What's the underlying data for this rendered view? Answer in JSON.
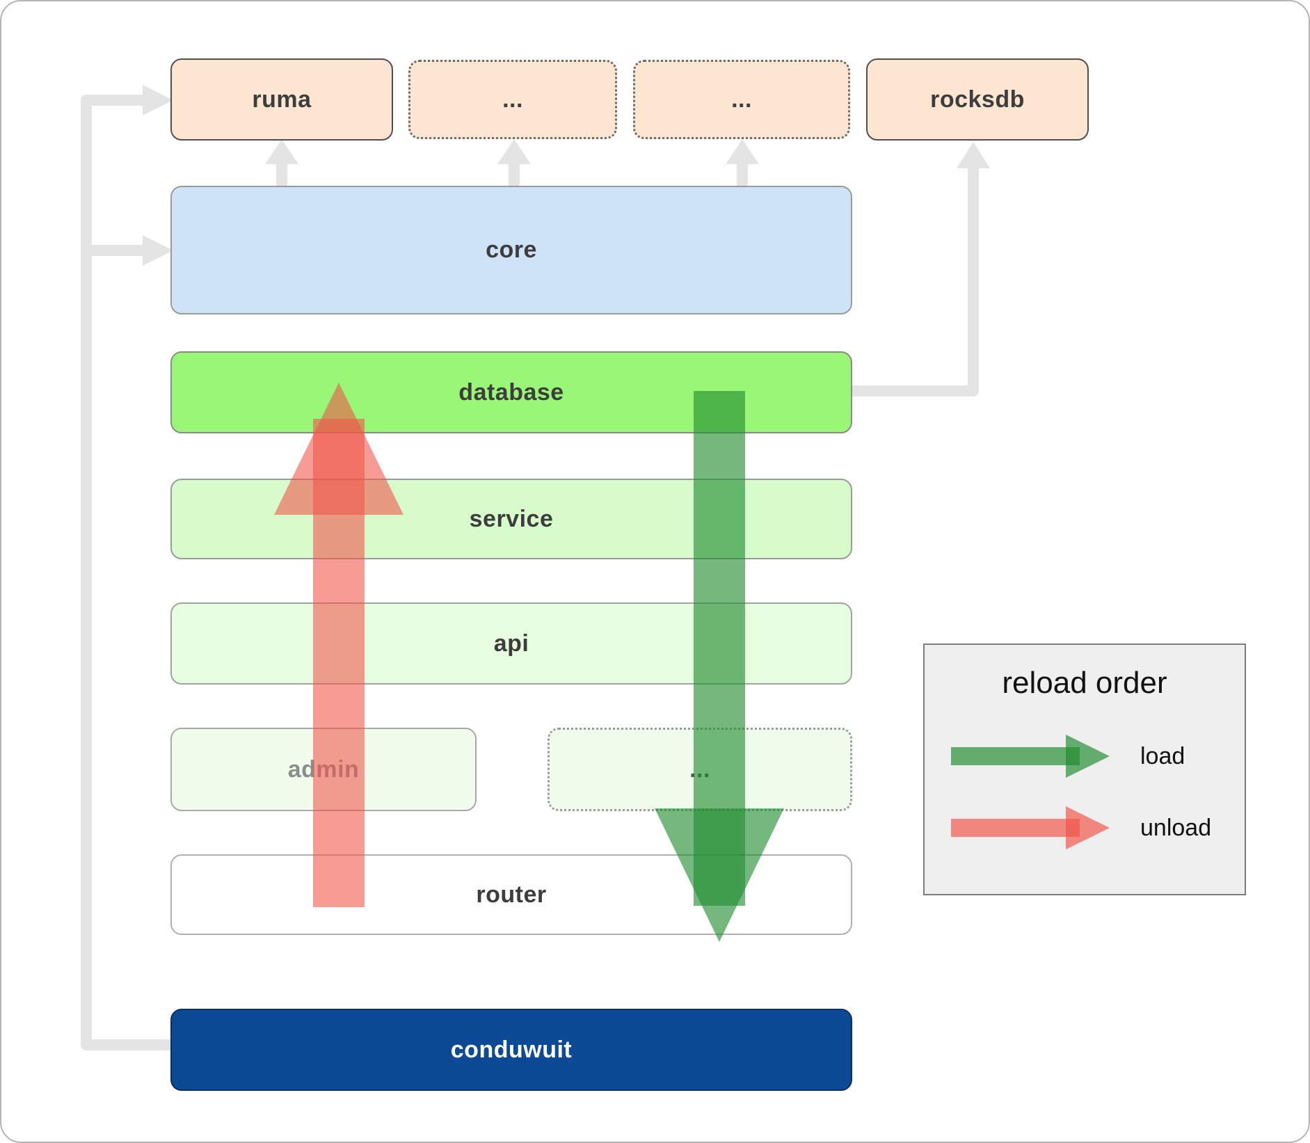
{
  "boxes": {
    "ruma": "ruma",
    "ellipsis_top_1": "...",
    "ellipsis_top_2": "...",
    "rocksdb": "rocksdb",
    "core": "core",
    "database": "database",
    "service": "service",
    "api": "api",
    "admin": "admin",
    "ellipsis_mid": "...",
    "router": "router",
    "conduwuit": "conduwuit"
  },
  "legend": {
    "title": "reload order",
    "items": [
      {
        "label": "load",
        "color": "#1f8c2f"
      },
      {
        "label": "unload",
        "color": "#f05448"
      }
    ]
  },
  "colors": {
    "core_fill": "#cfe3f8",
    "database_fill": "#99f677",
    "service_fill": "#d8fbcc",
    "api_fill": "#e7fddf",
    "admin_fill": "#f1fdec",
    "peach_fill": "#fce6d2",
    "conduwuit_fill": "#0c4a96",
    "connector_gray": "#e4e4e4",
    "load_green": "#1f8c2f",
    "unload_red": "#f05448"
  }
}
